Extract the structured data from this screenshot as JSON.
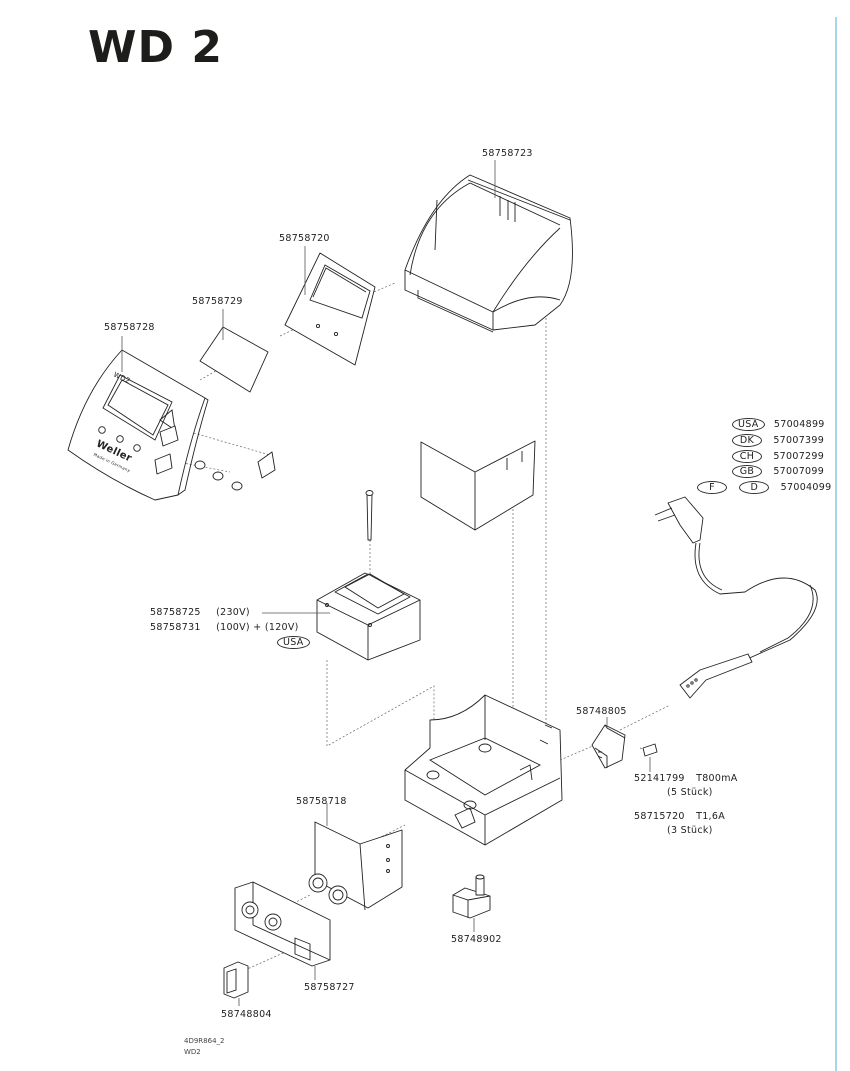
{
  "page": {
    "title": "WD 2",
    "accent_rule_color": "#a9d4ee"
  },
  "parts": {
    "housing_cover": "58758723",
    "display_frame": "58758720",
    "display_window": "58758729",
    "front_panel": "58758728",
    "transformer_230v": "58758725",
    "transformer_230v_note": "(230V)",
    "transformer_100_120v": "58758731",
    "transformer_100_120v_note": "(100V) + (120V)",
    "transformer_region": "USA",
    "power_socket": "58748805",
    "fuse_1": "52141799",
    "fuse_1_rating": "T800mA",
    "fuse_1_qty": "(5 Stück)",
    "fuse_2": "58715720",
    "fuse_2_rating": "T1,6A",
    "fuse_2_qty": "(3 Stück)",
    "control_board": "58758718",
    "potentiometer_knob": "58748902",
    "switch_panel": "58758727",
    "power_switch": "58748804"
  },
  "power_cords": [
    {
      "regions": [
        "USA"
      ],
      "part": "57004899"
    },
    {
      "regions": [
        "DK"
      ],
      "part": "57007399"
    },
    {
      "regions": [
        "CH"
      ],
      "part": "57007299"
    },
    {
      "regions": [
        "GB"
      ],
      "part": "57007099"
    },
    {
      "regions": [
        "F",
        "D"
      ],
      "part": "57004099"
    }
  ],
  "front_panel_marks": {
    "model": "WD2",
    "brand": "Weller",
    "origin": "Made in Germany"
  },
  "footer": {
    "drawing_id": "4D9R864_2",
    "model": "WD2"
  }
}
